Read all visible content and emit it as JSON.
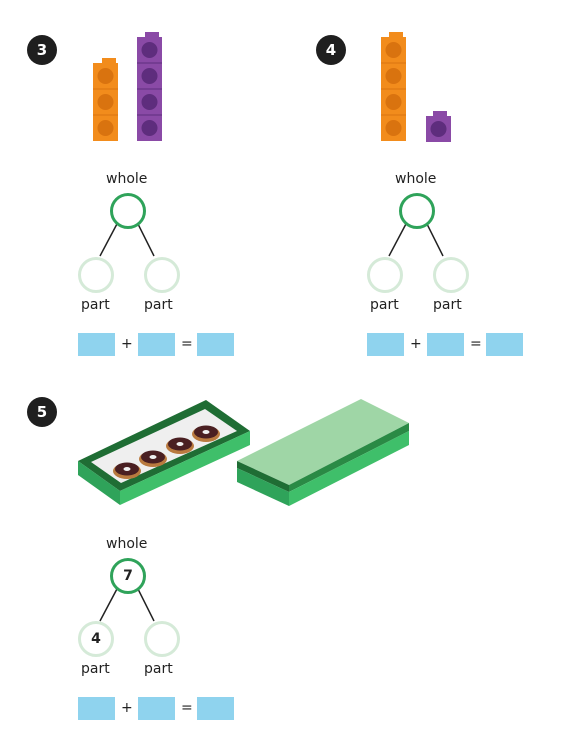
{
  "colors": {
    "whole_ring": "#2fa35a",
    "part_ring": "#d5ead8",
    "answer_box": "#8fd3ee",
    "cube_orange": "#f28c1c",
    "cube_purple": "#8a4aa6",
    "lid_green": "#9fd6a6",
    "box_green": "#2fa35a"
  },
  "questions": [
    {
      "number": "3",
      "whole_label": "whole",
      "part_left_label": "part",
      "part_right_label": "part",
      "whole_value": "",
      "part_left_value": "",
      "part_right_value": "",
      "plus": "+",
      "equals": "=",
      "cubes": {
        "orange_count": 3,
        "purple_count": 4
      }
    },
    {
      "number": "4",
      "whole_label": "whole",
      "part_left_label": "part",
      "part_right_label": "part",
      "whole_value": "",
      "part_left_value": "",
      "part_right_value": "",
      "plus": "+",
      "equals": "=",
      "cubes": {
        "orange_count": 4,
        "purple_count": 1
      }
    },
    {
      "number": "5",
      "whole_label": "whole",
      "part_left_label": "part",
      "part_right_label": "part",
      "whole_value": "7",
      "part_left_value": "4",
      "part_right_value": "",
      "plus": "+",
      "equals": "=",
      "image": {
        "visible_doughnuts": 4,
        "icon": "doughnut-box-icon"
      }
    }
  ]
}
